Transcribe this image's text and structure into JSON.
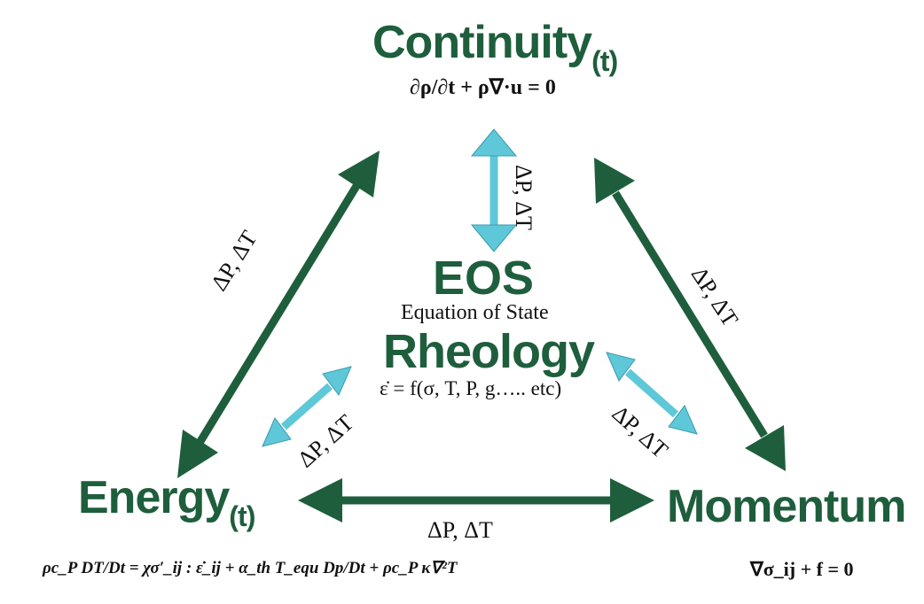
{
  "colors": {
    "dark_arrow": "#1e5e3c",
    "light_arrow": "#5ec8d8",
    "node_text": "#1e5e3c"
  },
  "nodes": {
    "continuity": {
      "title": "Continuity",
      "subscript": "(t)",
      "equation": "∂ρ/∂t + ρ∇·u = 0"
    },
    "eos": {
      "title": "EOS",
      "subtitle": "Equation of State"
    },
    "rheology": {
      "title": "Rheology",
      "equation": "ε̇ = f(σ, T, P, g….. etc)"
    },
    "energy": {
      "title": "Energy",
      "subscript": "(t)",
      "equation": "ρc_P DT/Dt = χσ′_ij : ε̇_ij + α_th T_equ Dp/Dt + ρc_P κ∇²T"
    },
    "momentum": {
      "title": "Momentum",
      "equation": "∇σ_ij + f = 0"
    }
  },
  "edges": [
    {
      "id": "continuity-energy",
      "label": "ΔP, ΔT",
      "style": "dark"
    },
    {
      "id": "continuity-momentum",
      "label": "ΔP, ΔT",
      "style": "dark"
    },
    {
      "id": "energy-momentum",
      "label": "ΔP, ΔT",
      "style": "dark"
    },
    {
      "id": "continuity-eos",
      "label": "ΔP, ΔT",
      "style": "light"
    },
    {
      "id": "rheology-energy",
      "label": "ΔP, ΔT",
      "style": "light"
    },
    {
      "id": "rheology-momentum",
      "label": "ΔP, ΔT",
      "style": "light"
    }
  ]
}
